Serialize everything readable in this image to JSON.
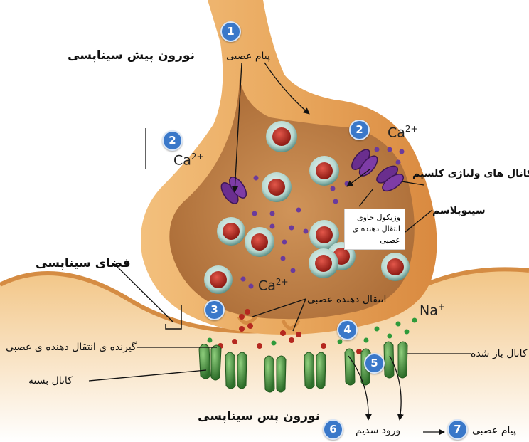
{
  "labels": {
    "presynaptic_neuron": "نورون پیش سیناپسی",
    "nerve_impulse_top": "پیام عصبی",
    "calcium_voltage_channels": "کانال های ولتاژی کلسیم",
    "vesicle_text": "وزیکول حاوی انتقال دهنده ی عصبی",
    "cytoplasm": "سیتوپلاسم",
    "synaptic_space": "فضای سیناپسی",
    "neurotransmitter_release": "انتقال دهنده عصبی",
    "receptor": "گیرنده ی انتقال دهنده ی عصبی",
    "closed_channel": "کانال بسته",
    "open_channel": "کانال باز شده",
    "postsynaptic_neuron": "نورون پس سیناپسی",
    "sodium_entry": "ورود سدیم",
    "nerve_impulse_bottom": "پیام عصبی"
  },
  "ions": {
    "ca_base": "Ca",
    "ca_charge": "2+",
    "na_base": "Na",
    "na_charge": "+"
  },
  "steps": [
    "1",
    "2",
    "2",
    "3",
    "4",
    "5",
    "6",
    "7"
  ],
  "colors": {
    "membrane": "#e6a25a",
    "cytoplasm": "#c98a4f",
    "badge": "#3a78c9",
    "channel": "#6a2e8e",
    "receptor": "#3f8f3a",
    "neurotransmitter": "#b5281f"
  }
}
